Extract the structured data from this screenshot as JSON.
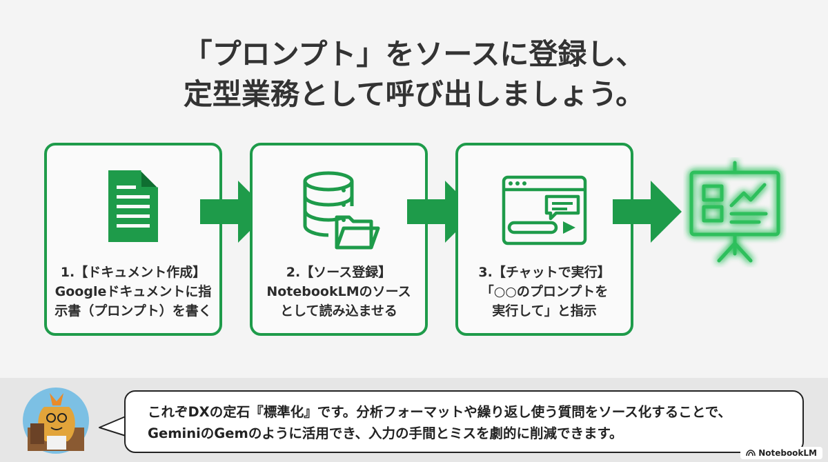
{
  "title": {
    "line1": "「プロンプト」をソースに登録し、",
    "line2": "定型業務として呼び出しましょう。"
  },
  "steps": [
    {
      "icon": "document-icon",
      "lines": [
        "1.【ドキュメント作成】",
        "Googleドキュメントに指",
        "示書（プロンプト）を書く"
      ]
    },
    {
      "icon": "database-folder-icon",
      "lines": [
        "2.【ソース登録】",
        "NotebookLMのソース",
        "として読み込ませる"
      ]
    },
    {
      "icon": "chat-window-icon",
      "lines": [
        "3.【チャットで実行】",
        "「○○のプロンプトを",
        "実行して」と指示"
      ]
    }
  ],
  "result_icon": "presentation-chart-icon",
  "bubble": {
    "line1": "これぞDXの定石『標準化』です。分析フォーマットや繰り返し使う質問をソース化することで、",
    "line2": "GeminiのGemのように活用でき、入力の手間とミスを劇的に削減できます。"
  },
  "brand": "NotebookLM",
  "colors": {
    "accent": "#1e9b4a",
    "glow": "#3fd46a",
    "text": "#2b2b2b"
  }
}
